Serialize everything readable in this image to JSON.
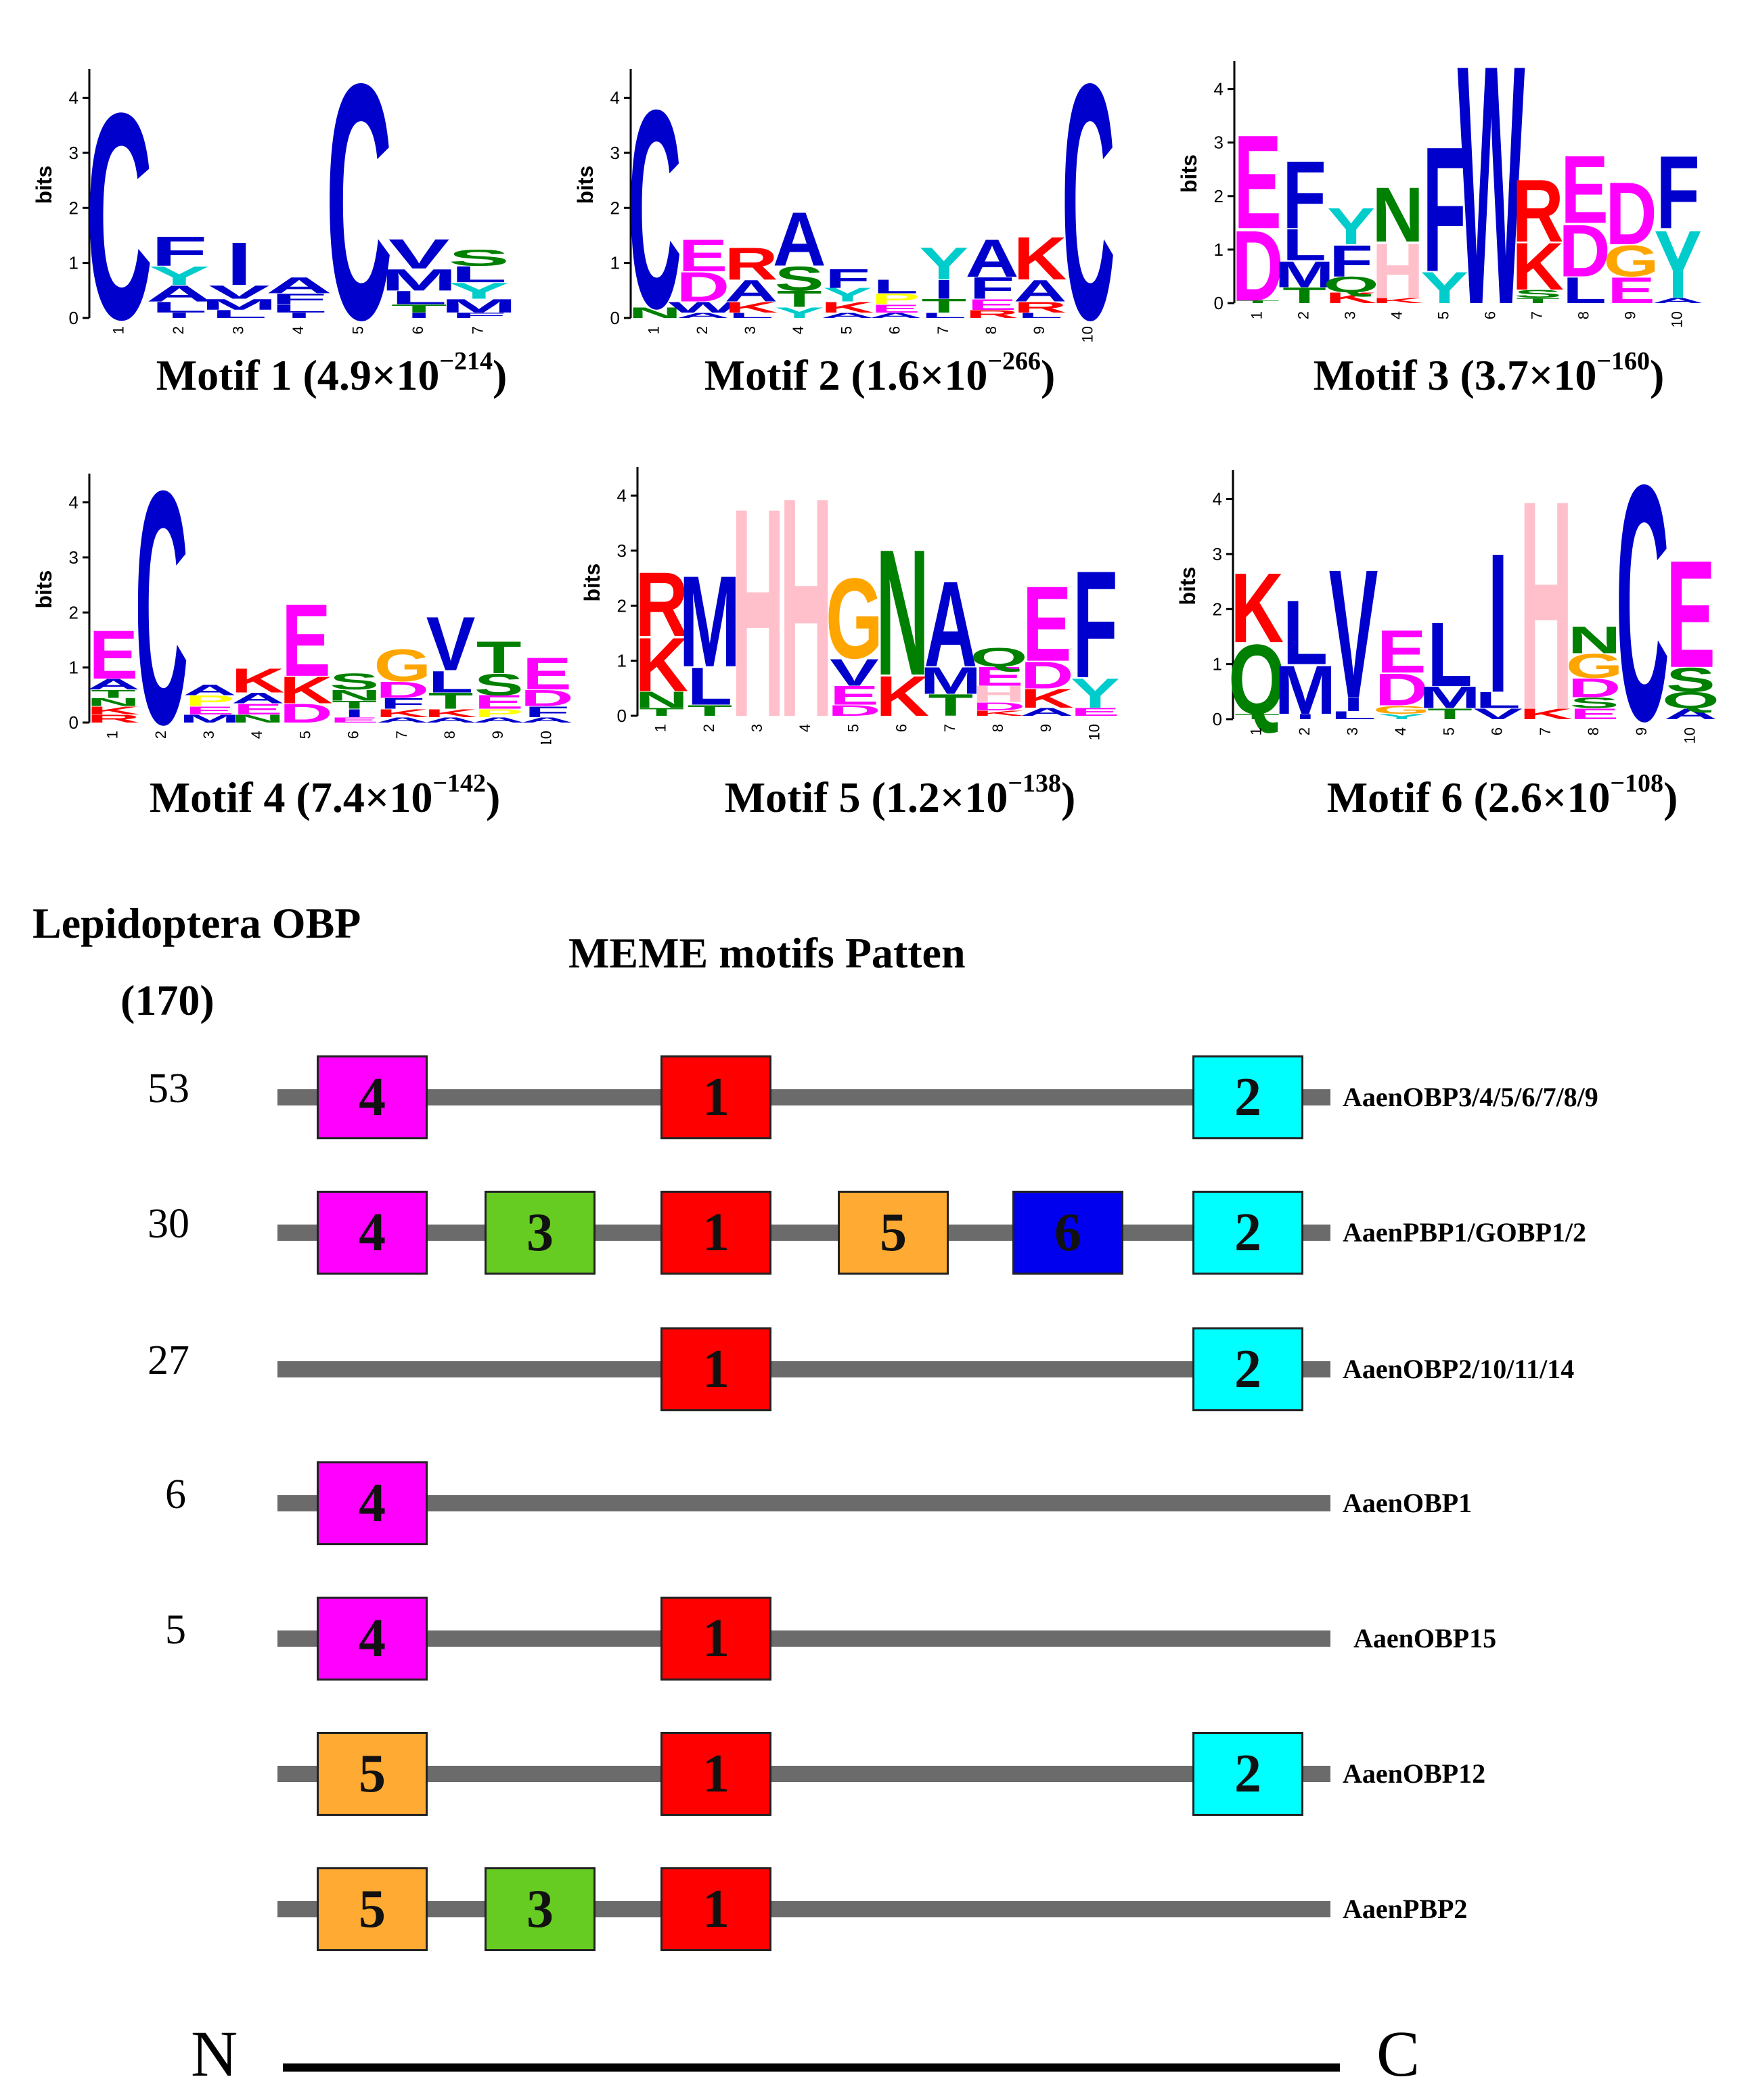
{
  "logos": {
    "y_axis_label": "bits",
    "y_ticks": [
      "0",
      "1",
      "2",
      "3",
      "4"
    ],
    "motifs": [
      {
        "id": "1",
        "name": "Motif 1",
        "evalue_base": "4.9×10",
        "evalue_exp": "−214",
        "positions": 7,
        "stacks": [
          [
            [
              "C",
              3.85
            ]
          ],
          [
            [
              "F",
              0.55
            ],
            [
              "Y",
              0.35
            ],
            [
              "A",
              0.3
            ],
            [
              "L",
              0.2
            ],
            [
              "I",
              0.1
            ]
          ],
          [
            [
              "I",
              0.8
            ],
            [
              "V",
              0.25
            ],
            [
              "M",
              0.2
            ],
            [
              "L",
              0.15
            ]
          ],
          [
            [
              "A",
              0.3
            ],
            [
              "F",
              0.2
            ],
            [
              "L",
              0.15
            ],
            [
              "I",
              0.1
            ]
          ],
          [
            [
              "C",
              4.4
            ]
          ],
          [
            [
              "V",
              0.55
            ],
            [
              "M",
              0.4
            ],
            [
              "L",
              0.25
            ],
            [
              "T",
              0.15
            ],
            [
              "I",
              0.1
            ]
          ],
          [
            [
              "Y",
              0.3
            ],
            [
              "L",
              0.3
            ],
            [
              "S",
              0.3
            ],
            [
              "M",
              0.25
            ],
            [
              "F",
              0.1
            ]
          ]
        ]
      },
      {
        "id": "2",
        "name": "Motif 2",
        "evalue_base": "1.6×10",
        "evalue_exp": "−266",
        "positions": 10,
        "stacks": [
          [
            [
              "C",
              3.7
            ],
            [
              "N",
              0.2
            ]
          ],
          [
            [
              "E",
              0.6
            ],
            [
              "D",
              0.55
            ],
            [
              "W",
              0.2
            ],
            [
              "A",
              0.1
            ]
          ],
          [
            [
              "R",
              0.6
            ],
            [
              "A",
              0.4
            ],
            [
              "K",
              0.2
            ],
            [
              "L",
              0.1
            ]
          ],
          [
            [
              "A",
              1.0
            ],
            [
              "S",
              0.45
            ],
            [
              "T",
              0.3
            ],
            [
              "Y",
              0.2
            ]
          ],
          [
            [
              "F",
              0.35
            ],
            [
              "Y",
              0.25
            ],
            [
              "K",
              0.2
            ],
            [
              "A",
              0.1
            ]
          ],
          [
            [
              "L",
              0.25
            ],
            [
              "P",
              0.2
            ],
            [
              "E",
              0.15
            ],
            [
              "A",
              0.1
            ]
          ],
          [
            [
              "Y",
              0.6
            ],
            [
              "I",
              0.35
            ],
            [
              "T",
              0.25
            ],
            [
              "L",
              0.1
            ]
          ],
          [
            [
              "A",
              0.7
            ],
            [
              "F",
              0.4
            ],
            [
              "E",
              0.2
            ],
            [
              "R",
              0.15
            ]
          ],
          [
            [
              "K",
              0.8
            ],
            [
              "A",
              0.4
            ],
            [
              "R",
              0.2
            ],
            [
              "L",
              0.1
            ]
          ],
          [
            [
              "C",
              4.4
            ]
          ]
        ]
      },
      {
        "id": "3",
        "name": "Motif 3",
        "evalue_base": "3.7×10",
        "evalue_exp": "−160",
        "positions": 10,
        "stacks": [
          [
            [
              "D",
              1.35
            ],
            [
              "E",
              1.8
            ],
            [
              "T",
              0.05
            ]
          ],
          [
            [
              "F",
              1.3
            ],
            [
              "M",
              0.5
            ],
            [
              "L",
              0.6
            ],
            [
              "T",
              0.3
            ]
          ],
          [
            [
              "Y",
              0.7
            ],
            [
              "F",
              0.6
            ],
            [
              "Q",
              0.3
            ],
            [
              "K",
              0.2
            ]
          ],
          [
            [
              "H",
              1.05
            ],
            [
              "N",
              1.05
            ],
            [
              "K",
              0.1
            ]
          ],
          [
            [
              "F",
              2.4
            ],
            [
              "Y",
              0.6
            ]
          ],
          [
            [
              "W",
              4.6
            ]
          ],
          [
            [
              "R",
              1.2
            ],
            [
              "K",
              0.9
            ],
            [
              "S",
              0.15
            ],
            [
              "T",
              0.1
            ]
          ],
          [
            [
              "E",
              1.3
            ],
            [
              "D",
              1.0
            ],
            [
              "L",
              0.5
            ]
          ],
          [
            [
              "D",
              1.2
            ],
            [
              "G",
              0.6
            ],
            [
              "E",
              0.5
            ]
          ],
          [
            [
              "Y",
              1.3
            ],
            [
              "F",
              1.4
            ],
            [
              "A",
              0.1
            ]
          ]
        ]
      },
      {
        "id": "4",
        "name": "Motif 4",
        "evalue_base": "7.4×10",
        "evalue_exp": "−142",
        "positions": 10,
        "stacks": [
          [
            [
              "E",
              0.9
            ],
            [
              "R",
              0.15
            ],
            [
              "K",
              0.15
            ],
            [
              "A",
              0.2
            ],
            [
              "N",
              0.15
            ],
            [
              "T",
              0.15
            ]
          ],
          [
            [
              "C",
              4.35
            ]
          ],
          [
            [
              "P",
              0.2
            ],
            [
              "M",
              0.15
            ],
            [
              "A",
              0.2
            ],
            [
              "E",
              0.15
            ]
          ],
          [
            [
              "K",
              0.45
            ],
            [
              "E",
              0.2
            ],
            [
              "A",
              0.2
            ],
            [
              "N",
              0.15
            ]
          ],
          [
            [
              "E",
              1.35
            ],
            [
              "K",
              0.5
            ],
            [
              "D",
              0.35
            ]
          ],
          [
            [
              "S",
              0.3
            ],
            [
              "N",
              0.2
            ],
            [
              "I",
              0.15
            ],
            [
              "T",
              0.15
            ],
            [
              "E",
              0.1
            ]
          ],
          [
            [
              "G",
              0.6
            ],
            [
              "D",
              0.3
            ],
            [
              "F",
              0.2
            ],
            [
              "K",
              0.15
            ],
            [
              "A",
              0.1
            ]
          ],
          [
            [
              "V",
              1.0
            ],
            [
              "L",
              0.4
            ],
            [
              "T",
              0.3
            ],
            [
              "K",
              0.15
            ],
            [
              "A",
              0.1
            ]
          ],
          [
            [
              "T",
              0.6
            ],
            [
              "S",
              0.4
            ],
            [
              "E",
              0.25
            ],
            [
              "P",
              0.15
            ],
            [
              "A",
              0.1
            ]
          ],
          [
            [
              "E",
              0.6
            ],
            [
              "D",
              0.3
            ],
            [
              "F",
              0.2
            ],
            [
              "A",
              0.1
            ]
          ]
        ]
      },
      {
        "id": "5",
        "name": "Motif 5",
        "evalue_base": "1.2×10",
        "evalue_exp": "−138",
        "positions": 10,
        "stacks": [
          [
            [
              "R",
              1.2
            ],
            [
              "K",
              1.0
            ],
            [
              "N",
              0.3
            ],
            [
              "T",
              0.15
            ]
          ],
          [
            [
              "M",
              1.7
            ],
            [
              "L",
              0.7
            ],
            [
              "T",
              0.2
            ]
          ],
          [
            [
              "H",
              3.9
            ]
          ],
          [
            [
              "H",
              4.1
            ]
          ],
          [
            [
              "G",
              1.5
            ],
            [
              "V",
              0.5
            ],
            [
              "E",
              0.35
            ],
            [
              "D",
              0.2
            ]
          ],
          [
            [
              "N",
              2.35
            ],
            [
              "K",
              0.75
            ]
          ],
          [
            [
              "A",
              1.6
            ],
            [
              "T",
              0.4
            ],
            [
              "M",
              0.5
            ]
          ],
          [
            [
              "E",
              0.35
            ],
            [
              "Q",
              0.35
            ],
            [
              "H",
              0.3
            ],
            [
              "D",
              0.15
            ],
            [
              "K",
              0.1
            ]
          ],
          [
            [
              "E",
              1.4
            ],
            [
              "D",
              0.5
            ],
            [
              "K",
              0.35
            ],
            [
              "A",
              0.15
            ]
          ],
          [
            [
              "F",
              2.0
            ],
            [
              "Y",
              0.55
            ],
            [
              "E",
              0.15
            ]
          ]
        ]
      },
      {
        "id": "6",
        "name": "Motif 6",
        "evalue_base": "2.6×10",
        "evalue_exp": "−108",
        "positions": 10,
        "stacks": [
          [
            [
              "Q",
              1.3
            ],
            [
              "K",
              1.3
            ],
            [
              "T",
              0.1
            ]
          ],
          [
            [
              "L",
              1.2
            ],
            [
              "M",
              0.9
            ],
            [
              "I",
              0.1
            ]
          ],
          [
            [
              "V",
              2.4
            ],
            [
              "I",
              0.25
            ],
            [
              "L",
              0.15
            ]
          ],
          [
            [
              "E",
              0.8
            ],
            [
              "D",
              0.6
            ],
            [
              "G",
              0.15
            ],
            [
              "Y",
              0.1
            ]
          ],
          [
            [
              "L",
              1.2
            ],
            [
              "M",
              0.4
            ],
            [
              "T",
              0.2
            ]
          ],
          [
            [
              "I",
              2.6
            ],
            [
              "L",
              0.3
            ],
            [
              "V",
              0.2
            ]
          ],
          [
            [
              "H",
              3.9
            ],
            [
              "K",
              0.2
            ]
          ],
          [
            [
              "N",
              0.5
            ],
            [
              "G",
              0.45
            ],
            [
              "D",
              0.35
            ],
            [
              "E",
              0.2
            ],
            [
              "S",
              0.2
            ]
          ],
          [
            [
              "C",
              4.4
            ]
          ],
          [
            [
              "E",
              2.0
            ],
            [
              "S",
              0.45
            ],
            [
              "Q",
              0.3
            ],
            [
              "A",
              0.2
            ]
          ]
        ]
      }
    ],
    "aa_colors": {
      "C": "#0000cc",
      "W": "#0000cc",
      "V": "#0000cc",
      "I": "#0000cc",
      "L": "#0000cc",
      "M": "#0000cc",
      "F": "#0000cc",
      "A": "#0000cc",
      "K": "#ff0000",
      "R": "#ff0000",
      "E": "#ff00ff",
      "D": "#ff00ff",
      "N": "#008000",
      "Q": "#008000",
      "S": "#008000",
      "T": "#008000",
      "G": "#ffa500",
      "P": "#ffff00",
      "H": "#ffc0cb",
      "Y": "#00cccc"
    }
  },
  "pattern": {
    "left_title": "Lepidoptera OBP",
    "left_total": "(170)",
    "title": "MEME motifs Patten",
    "motif_colors": {
      "1": "#ff0000",
      "2": "#00ffff",
      "3": "#66cc22",
      "4": "#ff00ff",
      "5": "#ffaa33",
      "6": "#0000ee"
    },
    "rows": [
      {
        "count": "53",
        "label": "AaenOBP3/4/5/6/7/8/9",
        "motifs": [
          "4",
          "1",
          "2"
        ]
      },
      {
        "count": "30",
        "label": "AaenPBP1/GOBP1/2",
        "motifs": [
          "4",
          "3",
          "1",
          "5",
          "6",
          "2"
        ]
      },
      {
        "count": "27",
        "label": "AaenOBP2/10/11/14",
        "motifs": [
          "1",
          "2"
        ]
      },
      {
        "count": "6",
        "label": "AaenOBP1",
        "motifs": [
          "4"
        ]
      },
      {
        "count": "5",
        "label": "AaenOBP15",
        "motifs": [
          "4",
          "1"
        ]
      },
      {
        "count": "",
        "label": "AaenOBP12",
        "motifs": [
          "5",
          "1",
          "2"
        ]
      },
      {
        "count": "",
        "label": "AaenPBP2",
        "motifs": [
          "5",
          "3",
          "1"
        ]
      }
    ],
    "n_terminal": "N",
    "c_terminal": "C"
  }
}
